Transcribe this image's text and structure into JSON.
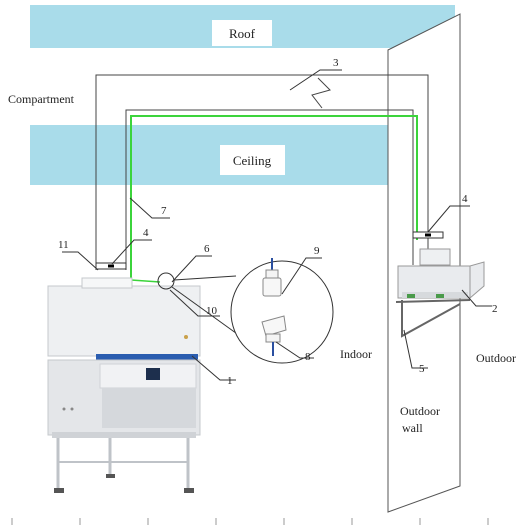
{
  "labels": {
    "roof": "Roof",
    "ceiling": "Ceiling",
    "compartment": "Compartment",
    "indoor": "Indoor",
    "outdoor": "Outdoor",
    "outdoor_wall_line1": "Outdoor",
    "outdoor_wall_line2": "wall"
  },
  "callouts": {
    "n1": "1",
    "n2": "2",
    "n3": "3",
    "n4a": "4",
    "n4b": "4",
    "n5": "5",
    "n6": "6",
    "n7": "7",
    "n8": "8",
    "n9": "9",
    "n10": "10",
    "n11": "11"
  },
  "colors": {
    "ceiling_band": "#a9dcea",
    "pipe_line": "#444444",
    "green_tube": "#3bd43b",
    "cabinet_body": "#eef0f2",
    "cabinet_accent": "#2a5db0",
    "fan_unit": "#e9ebee"
  }
}
